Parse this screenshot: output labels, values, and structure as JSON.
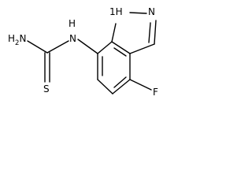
{
  "molecule": {
    "atoms": {
      "amine_h": "H",
      "amine_n": "N",
      "amine_sub": "2",
      "thione_s": "S",
      "nh_h": "H",
      "nh_n": "N",
      "ring_nh_label": "1H",
      "ring_n": "N",
      "fluorine": "F"
    }
  }
}
